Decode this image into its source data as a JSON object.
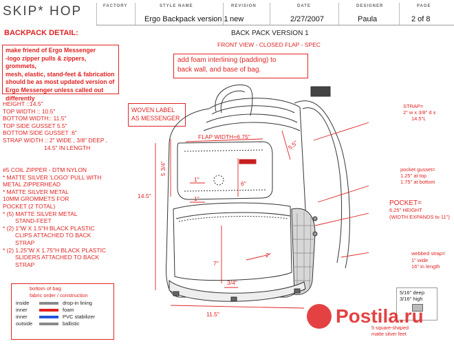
{
  "header": {
    "logo": "SKIP* HOP",
    "labels": {
      "factory": "FACTORY",
      "style_name": "STYLE NAME",
      "revision": "REVISION",
      "date": "DATE",
      "designer": "DESIGNER",
      "page": "PAGE"
    },
    "values": {
      "style_name": "Ergo Backpack version 1",
      "revision": "new",
      "date": "2/27/2007",
      "designer": "Paula",
      "page": "2 of 8"
    }
  },
  "section_title": "BACKPACK DETAIL:",
  "drawing_title": "BACK PACK VERSION 1",
  "drawing_subtitle": "FRONT VIEW - CLOSED FLAP - SPEC",
  "notes": {
    "messenger": [
      "make friend of Ergo Messenger",
      "-logo zipper pulls & zippers, grommets,",
      "mesh, elastic, stand-feet & fabrication",
      "should be as most updated version of",
      "Ergo Messenger unless called out",
      "differently"
    ],
    "foam": [
      "add foam interlining (padding) to",
      "back wall, and base of bag."
    ],
    "label": [
      "WOVEN LABEL",
      "AS MESSENGER"
    ]
  },
  "specs": [
    "HEIGHT ::14.5\"",
    "TOP WIDTH :: 10.5\"",
    "BOTTOM WIDTH:: 11.5\"",
    "TOP SIDE GUSSET 5.5\"",
    "BOTTOM  SIDE GUSSET :6\"",
    "STRAP WIDTH :: 2\" WIDE , 3/8\" DEEP ,",
    "14.5\" IN LENGTH"
  ],
  "hardware": [
    "#5 COIL ZIPPER - DTM NYLON",
    "* MATTE SILVER 'LOGO' PULL WITH",
    "METAL ZIPPERHEAD",
    "* MATTE SILVER METAL",
    "10MM GROMMETS FOR",
    "POCKET (2 TOTAL)",
    "* (5) MATTE SILVER METAL",
    "STAND-FEET",
    "* (2) 1\"W X 1.5\"H BLACK PLASTIC",
    "CLIPS ATTACHED TO BACK",
    "STRAP",
    "* (2) 1.25\"W X 1.75\"H BLACK PLASTIC",
    "SLIDERS ATTACHED TO BACK",
    "STRAP"
  ],
  "legend": {
    "title": [
      "bottom of bag",
      "fabric order / construction"
    ],
    "rows": [
      {
        "pos": "inside",
        "item": "drop-in lining",
        "color": "#8a8a8a"
      },
      {
        "pos": "inner",
        "item": "foam",
        "color": "#e02222"
      },
      {
        "pos": "inner",
        "item": "PVC stabilizer",
        "color": "#2255dd"
      },
      {
        "pos": "outside",
        "item": "ballistic",
        "color": "#8a8a8a"
      }
    ]
  },
  "right_notes": {
    "strap": [
      "STRAP=",
      "2\" w x 3/8\" d x",
      "14.5\"L"
    ],
    "gusset": [
      "pocket gusset=",
      "1.25\" at top",
      "1.75\" at bottom"
    ],
    "pocket": [
      "POCKET=",
      "6.25\" HEIGHT",
      "(WIDTH EXPANDS to 11\")"
    ],
    "webbed": [
      "webbed strap=",
      "1\" wide",
      "16\" in length"
    ],
    "feet_dims": [
      "5/16\" deep",
      "3/16\" high"
    ],
    "feet": [
      "5 square-shaped",
      "matte silver feet"
    ]
  },
  "dims": {
    "flap_width": "FLAP WIDTH=6.75\"",
    "d534": "5 3/4\"",
    "d55": "5.5\"",
    "d6": "6\"",
    "d1a": "1\"",
    "d1b": "1\"",
    "d145": "14.5\"",
    "d7": "7\"",
    "d2": "2\"",
    "d34": "3/4\"",
    "d115": "11.5\""
  },
  "watermark": "Postila.ru"
}
